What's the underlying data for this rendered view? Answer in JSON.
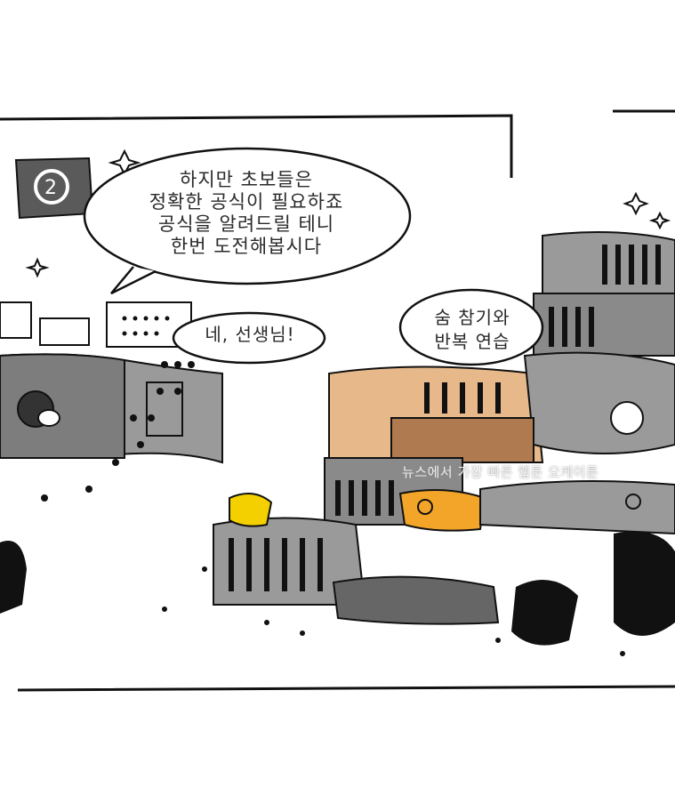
{
  "panel": {
    "main_bubble_lines": [
      "하지만 초보들은",
      "정확한 공식이 필요하죠",
      "공식을 알려드릴 테니",
      "한번 도전해봅시다"
    ],
    "reply_bubble": "네, 선생님!",
    "right_bubble_lines": [
      "숨 참기와",
      "반복 연습"
    ],
    "watermark": "뉴스에서 가장 빠른 웹툰 오케이툰"
  },
  "colors": {
    "background": "#ffffff",
    "ink": "#111111",
    "gray_fill": "#9a9a9a",
    "dark_gray": "#666666",
    "accent_yellow": "#f4d000",
    "accent_orange": "#f3a52a",
    "skin": "#e7b98a"
  }
}
